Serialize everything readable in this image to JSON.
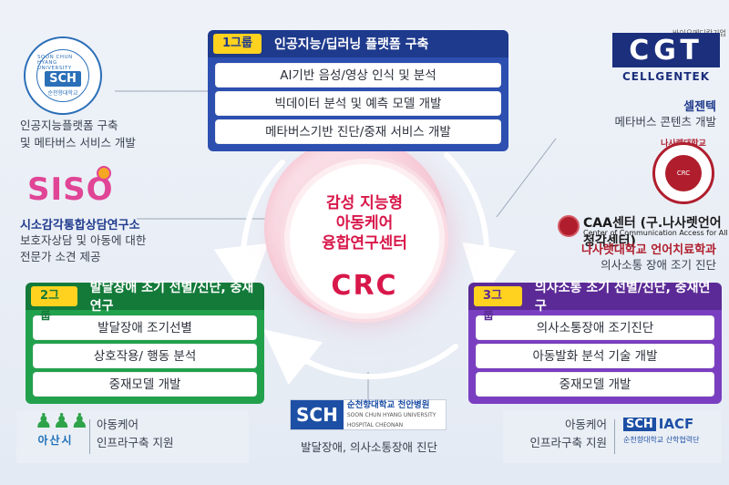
{
  "center": {
    "lines": [
      "감성 지능형",
      "아동케어",
      "융합연구센터"
    ],
    "acronym": "CRC"
  },
  "groups": [
    {
      "badge": "1그룹",
      "title": "인공지능/딥러닝 플랫폼 구축",
      "items": [
        "AI기반 음성/영상 인식 및 분석",
        "빅데이터 분석 및 예측 모델 개발",
        "메타버스기반 진단/중재 서비스 개발"
      ],
      "color": "#1e3a8c"
    },
    {
      "badge": "2그룹",
      "title": "발달장애 조기 선별/진단, 중재연구",
      "items": [
        "발달장애 조기선별",
        "상호작용/ 행동 분석",
        "중재모델 개발"
      ],
      "color": "#137a3a"
    },
    {
      "badge": "3그룹",
      "title": "의사소통 조기 선별/진단, 중재연구",
      "items": [
        "의사소통장애 조기진단",
        "아동발화 분석 기술 개발",
        "중재모델 개발"
      ],
      "color": "#5b2a96"
    }
  ],
  "partners": {
    "sch_university": {
      "seal_text": "SCH",
      "seal_ring": "SOON CHUN HYANG UNIVERSITY",
      "seal_ring_bottom": "순천향대학교",
      "desc_lines": [
        "인공지능플랫폼 구축",
        "및 메타버스 서비스 개발"
      ]
    },
    "siso": {
      "logo": "SISO",
      "name": "시소감각통합상담연구소",
      "desc_lines": [
        "보호자상담 및 아동에 대한",
        "전문가 소견 제공"
      ]
    },
    "cellgentek": {
      "tag": "바이오메디칼기업",
      "logo": "CGT",
      "logo_name": "CELLGENTEK",
      "name": "셀젠텍",
      "desc": "메타버스 콘텐츠 개발"
    },
    "nazarene": {
      "seal_top": "나사렛대학교",
      "seal_center": "CRC",
      "caa_title": "CAA센터 (구.나사렛언어청각센터)",
      "caa_sub": "Center of Communication Access for All",
      "name": "나사렛대학교 언어치료학과",
      "desc": "의사소통 장애 조기 진단"
    },
    "sch_hospital": {
      "logo": "SCH",
      "name_ko": "순천향대학교 천안병원",
      "name_en": "SOON CHUN HYANG UNIVERSITY HOSPITAL CHEONAN",
      "desc": "발달장애, 의사소통장애 진단"
    },
    "asan": {
      "logo_name": "아산시",
      "desc_lines": [
        "아동케어",
        "인프라구축 지원"
      ]
    },
    "iacf": {
      "logo_sch": "SCH",
      "logo_name": "IACF",
      "logo_sub": "순천향대학교 산학협력단",
      "desc_lines": [
        "아동케어",
        "인프라구축 지원"
      ]
    }
  }
}
